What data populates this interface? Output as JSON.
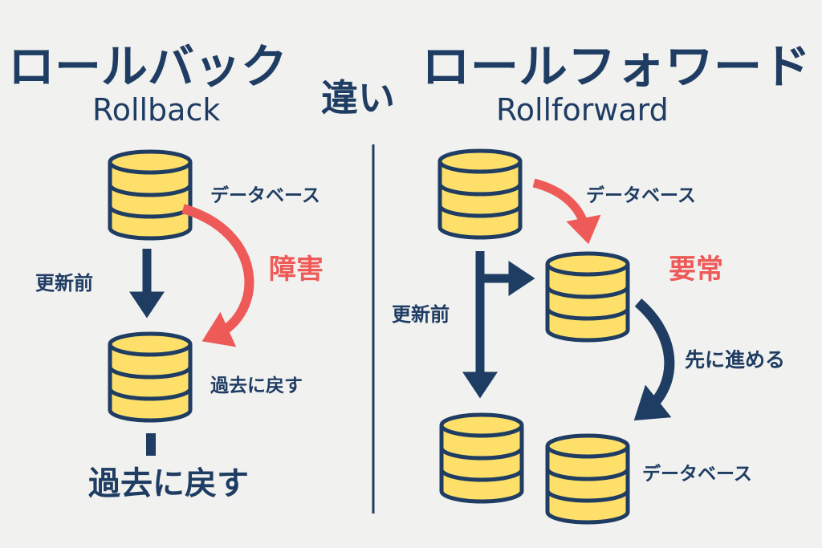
{
  "colors": {
    "navy": "#1f3d63",
    "red": "#ee5a57",
    "db_fill": "#fddf6a",
    "background": "#f1f1f0"
  },
  "left": {
    "title_ja": "ロールバック",
    "title_en": "Rollback",
    "db_label": "データベース",
    "failure_label": "障害",
    "before_update_label": "更新前",
    "revert_label": "過去に戻す",
    "footer_label": "過去に戻す"
  },
  "center": {
    "title": "違い"
  },
  "right": {
    "title_ja": "ロールフォワード",
    "title_en": "Rollforward",
    "db_label_top": "データベース",
    "anomaly_label": "要常",
    "before_update_label": "更新前",
    "forward_label": "先に進める",
    "db_label_bottom": "データベース"
  },
  "icons": [
    "database-icon",
    "arrow-down-icon",
    "curved-arrow-icon",
    "branch-arrow-icon"
  ]
}
